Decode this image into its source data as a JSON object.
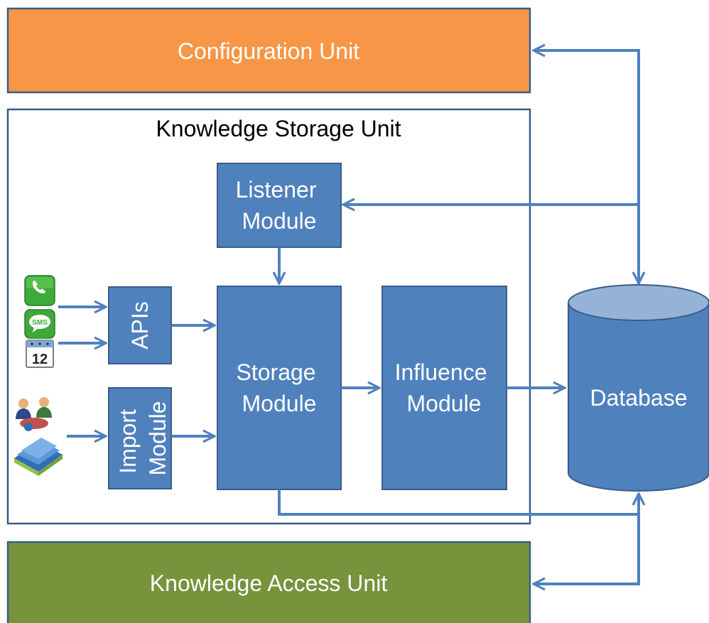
{
  "units": {
    "configuration": "Configuration Unit",
    "storage": "Knowledge Storage Unit",
    "access": "Knowledge Access Unit"
  },
  "modules": {
    "listener": [
      "Listener",
      "Module"
    ],
    "apis": "APIs",
    "import": [
      "Import",
      "Module"
    ],
    "storage": [
      "Storage",
      "Module"
    ],
    "influence": [
      "Influence",
      "Module"
    ],
    "database": "Database"
  },
  "icons": {
    "phone": "phone-icon",
    "sms": "sms-icon",
    "sms_text": "SMS",
    "calendar": "calendar-icon",
    "calendar_day": "12",
    "people": "people-icon",
    "books": "books-icon"
  },
  "colors": {
    "config_fill": "#F79646",
    "access_fill": "#77933C",
    "module_fill": "#4F81BD",
    "stroke": "#385D8A",
    "db_top": "#95B3D7",
    "arrow": "#4F81BD"
  }
}
